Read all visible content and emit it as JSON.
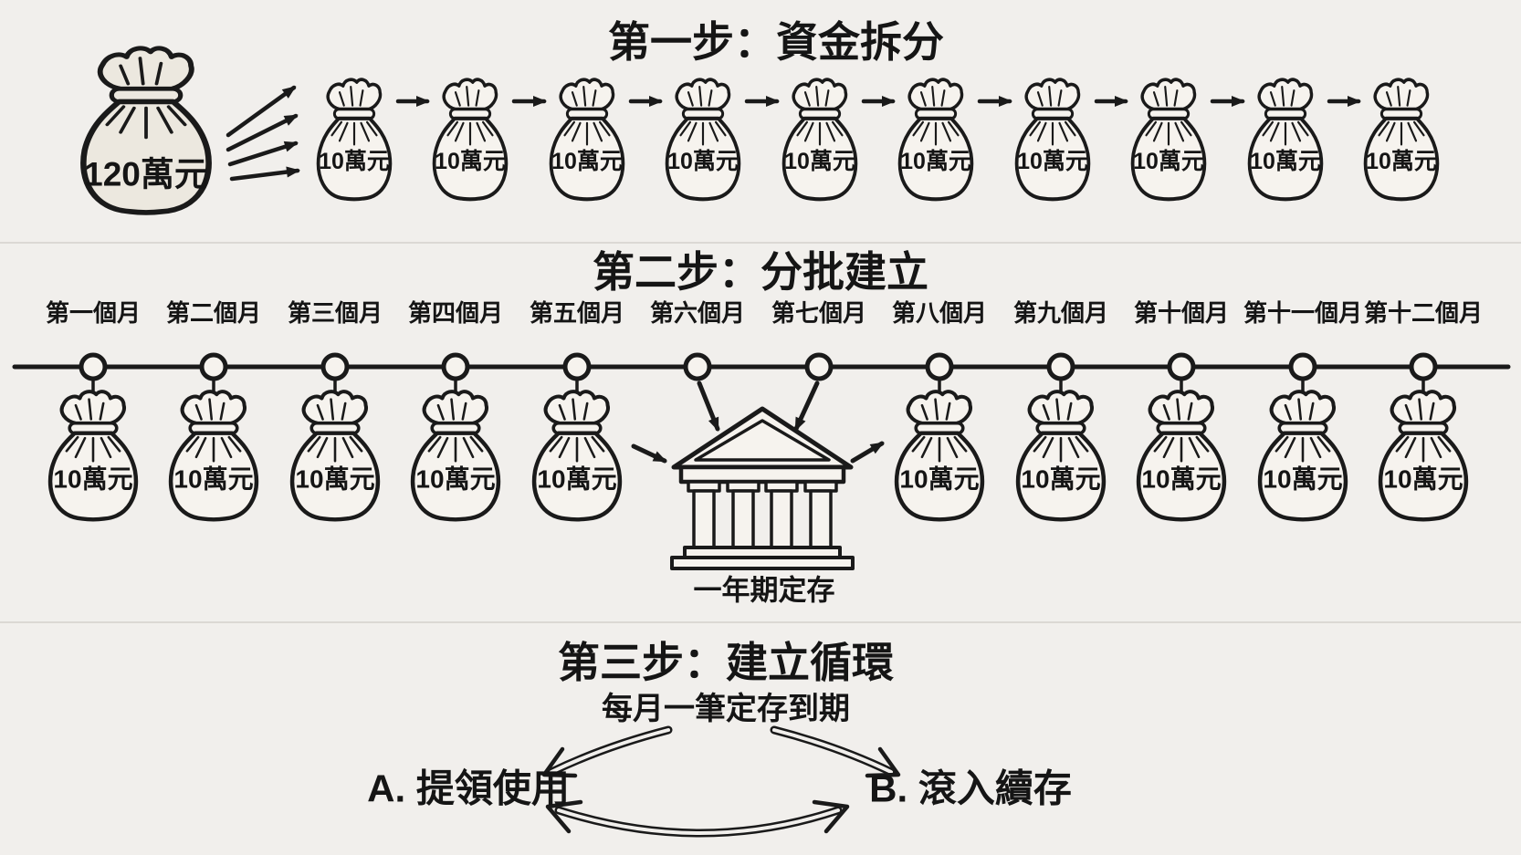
{
  "colors": {
    "background": "#f1efec",
    "ink": "#1a1a1a",
    "bag_fill": "#f6f3ee",
    "big_bag_fill": "#ece8df",
    "divider": "#dbd8d4"
  },
  "step1": {
    "title": "第一步：資金拆分",
    "source_bag_label": "120萬元",
    "bags": [
      "10萬元",
      "10萬元",
      "10萬元",
      "10萬元",
      "10萬元",
      "10萬元",
      "10萬元",
      "10萬元",
      "10萬元",
      "10萬元"
    ]
  },
  "step2": {
    "title": "第二步：分批建立",
    "months": [
      "第一個月",
      "第二個月",
      "第三個月",
      "第四個月",
      "第五個月",
      "第六個月",
      "第七個月",
      "第八個月",
      "第九個月",
      "第十個月",
      "第十一個月",
      "第十二個月"
    ],
    "bags": [
      "10萬元",
      "10萬元",
      "10萬元",
      "10萬元",
      "10萬元",
      "10萬元",
      "10萬元",
      "10萬元",
      "10萬元",
      "10萬元"
    ],
    "bank_label": "一年期定存"
  },
  "step3": {
    "title": "第三步：建立循環",
    "subtitle": "每月一筆定存到期",
    "option_a": "A. 提領使用",
    "option_b": "B. 滾入續存"
  }
}
